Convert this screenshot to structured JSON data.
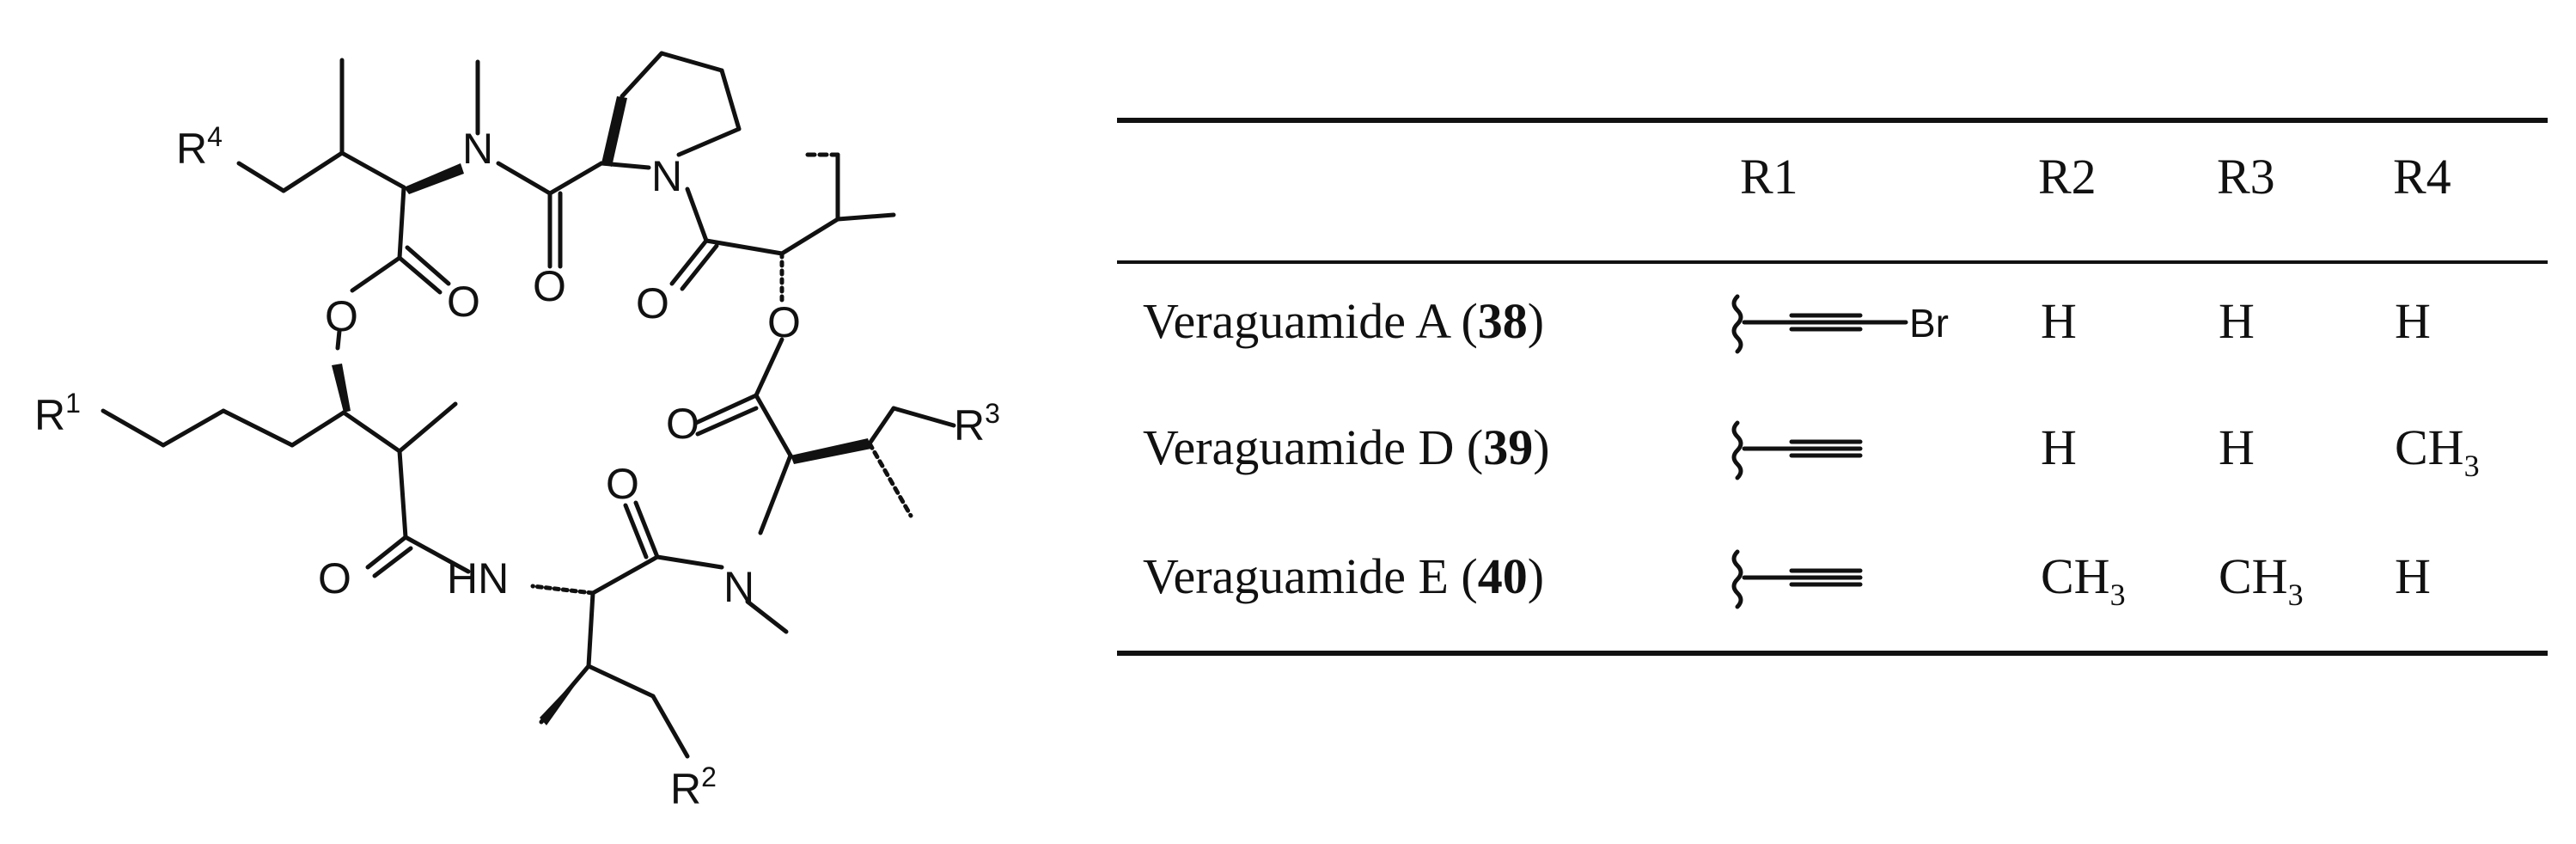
{
  "structure": {
    "labels": {
      "r4": "R",
      "r4_sup": "4",
      "r1": "R",
      "r1_sup": "1",
      "r3": "R",
      "r3_sup": "3",
      "r2": "R",
      "r2_sup": "2",
      "n_top": "N",
      "n_pro": "N",
      "n_bottom": "N",
      "hn": "HN",
      "o_ester_ring1": "O",
      "o_ester_carbonyl1": "O",
      "o_amide_top": "O",
      "o_amide_pro": "O",
      "o_ester_ring2": "O",
      "o_ester_carbonyl2": "O",
      "o_amide_left": "O",
      "o_amide_bottom": "O"
    }
  },
  "table": {
    "headers": [
      "R1",
      "R2",
      "R3",
      "R4"
    ],
    "rows": [
      {
        "name": "Veraguamide A (",
        "num": "38",
        "close": ")",
        "r1_text": "Br",
        "r2": "H",
        "r2_sub": "",
        "r3": "H",
        "r3_sub": "",
        "r4": "H",
        "r4_sub": ""
      },
      {
        "name": "Veraguamide D (",
        "num": "39",
        "close": ")",
        "r1_text": "",
        "r2": "H",
        "r2_sub": "",
        "r3": "H",
        "r3_sub": "",
        "r4": "CH",
        "r4_sub": "3"
      },
      {
        "name": "Veraguamide E (",
        "num": "40",
        "close": ")",
        "r1_text": "",
        "r2": "CH",
        "r2_sub": "3",
        "r3": "CH",
        "r3_sub": "3",
        "r4": "H",
        "r4_sub": ""
      }
    ]
  }
}
